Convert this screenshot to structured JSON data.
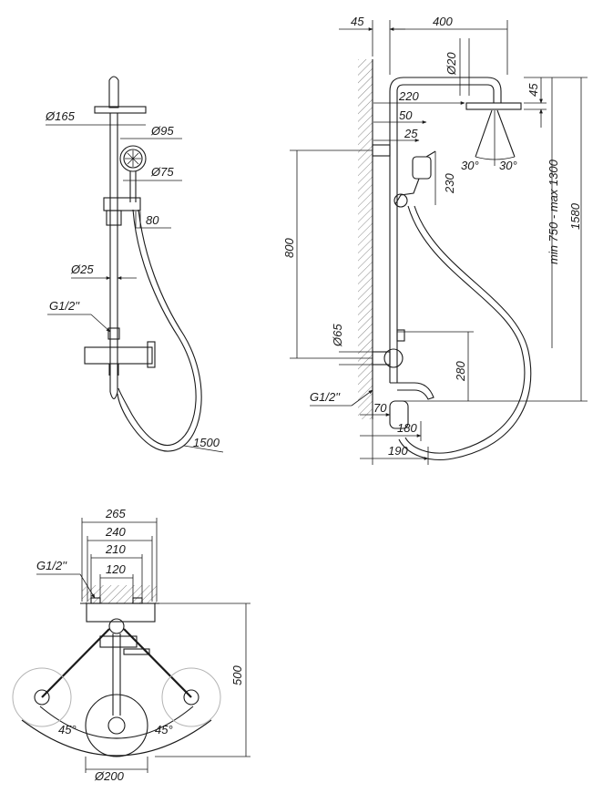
{
  "front_view": {
    "head_diameter": "Ø165",
    "hand_shower_diameter": "Ø95",
    "hand_shower_inner_diameter": "Ø75",
    "holder_offset": "80",
    "pipe_diameter": "Ø25",
    "thread": "G1/2''",
    "hose_length": "1500"
  },
  "side_view": {
    "wall_offset": "45",
    "arm_length": "400",
    "head_pipe_diameter": "Ø20",
    "head_thickness": "45",
    "dim_220": "220",
    "dim_50": "50",
    "dim_25": "25",
    "dim_230": "230",
    "spray_angle_left": "30°",
    "spray_angle_right": "30°",
    "adjust_range": "min 750 - max 1300",
    "total_height": "1580",
    "dim_800": "800",
    "mixer_diameter": "Ø65",
    "dim_280": "280",
    "thread": "G1/2''",
    "dim_70": "70",
    "dim_180": "180",
    "dim_190": "190"
  },
  "top_view": {
    "dim_265": "265",
    "dim_240": "240",
    "dim_210": "210",
    "dim_120": "120",
    "thread": "G1/2''",
    "depth": "500",
    "angle_left": "45°",
    "angle_right": "45°",
    "head_diameter": "Ø200"
  }
}
